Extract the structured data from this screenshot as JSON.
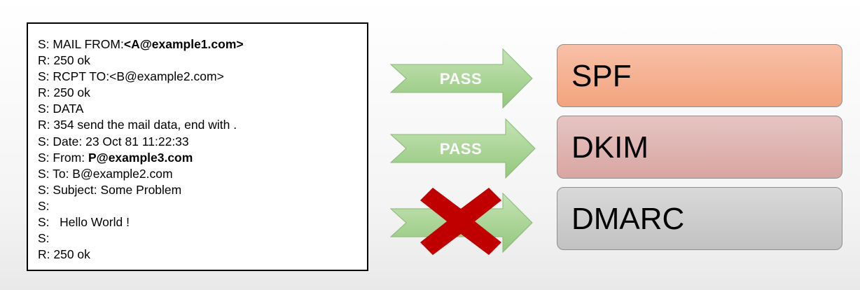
{
  "transcript": [
    {
      "pre": "S: MAIL FROM:",
      "bold": "<A@example1.com>",
      "post": ""
    },
    {
      "pre": "R: 250 ok",
      "bold": "",
      "post": ""
    },
    {
      "pre": "S: RCPT TO:<B@example2.com>",
      "bold": "",
      "post": ""
    },
    {
      "pre": "R: 250 ok",
      "bold": "",
      "post": ""
    },
    {
      "pre": "S: DATA",
      "bold": "",
      "post": ""
    },
    {
      "pre": "R: 354 send the mail data, end with .",
      "bold": "",
      "post": ""
    },
    {
      "pre": "S: Date: 23 Oct 81 11:22:33",
      "bold": "",
      "post": ""
    },
    {
      "pre": "S: From: ",
      "bold": "P@example3.com",
      "post": ""
    },
    {
      "pre": "S: To: B@example2.com",
      "bold": "",
      "post": ""
    },
    {
      "pre": "S: Subject: Some Problem",
      "bold": "",
      "post": ""
    },
    {
      "pre": "S:",
      "bold": "",
      "post": ""
    },
    {
      "pre": "S:   Hello World !",
      "bold": "",
      "post": ""
    },
    {
      "pre": "S:",
      "bold": "",
      "post": ""
    },
    {
      "pre": "R: 250 ok",
      "bold": "",
      "post": ""
    }
  ],
  "checks": [
    {
      "name": "SPF",
      "result": "PASS",
      "color": "#f3a47e"
    },
    {
      "name": "DKIM",
      "result": "PASS",
      "color": "#d8a6a2"
    },
    {
      "name": "DMARC",
      "result": "",
      "color": "#c2c2c2"
    }
  ],
  "arrow_color": "#9fcf8a",
  "fail_mark_color": "#c00000"
}
